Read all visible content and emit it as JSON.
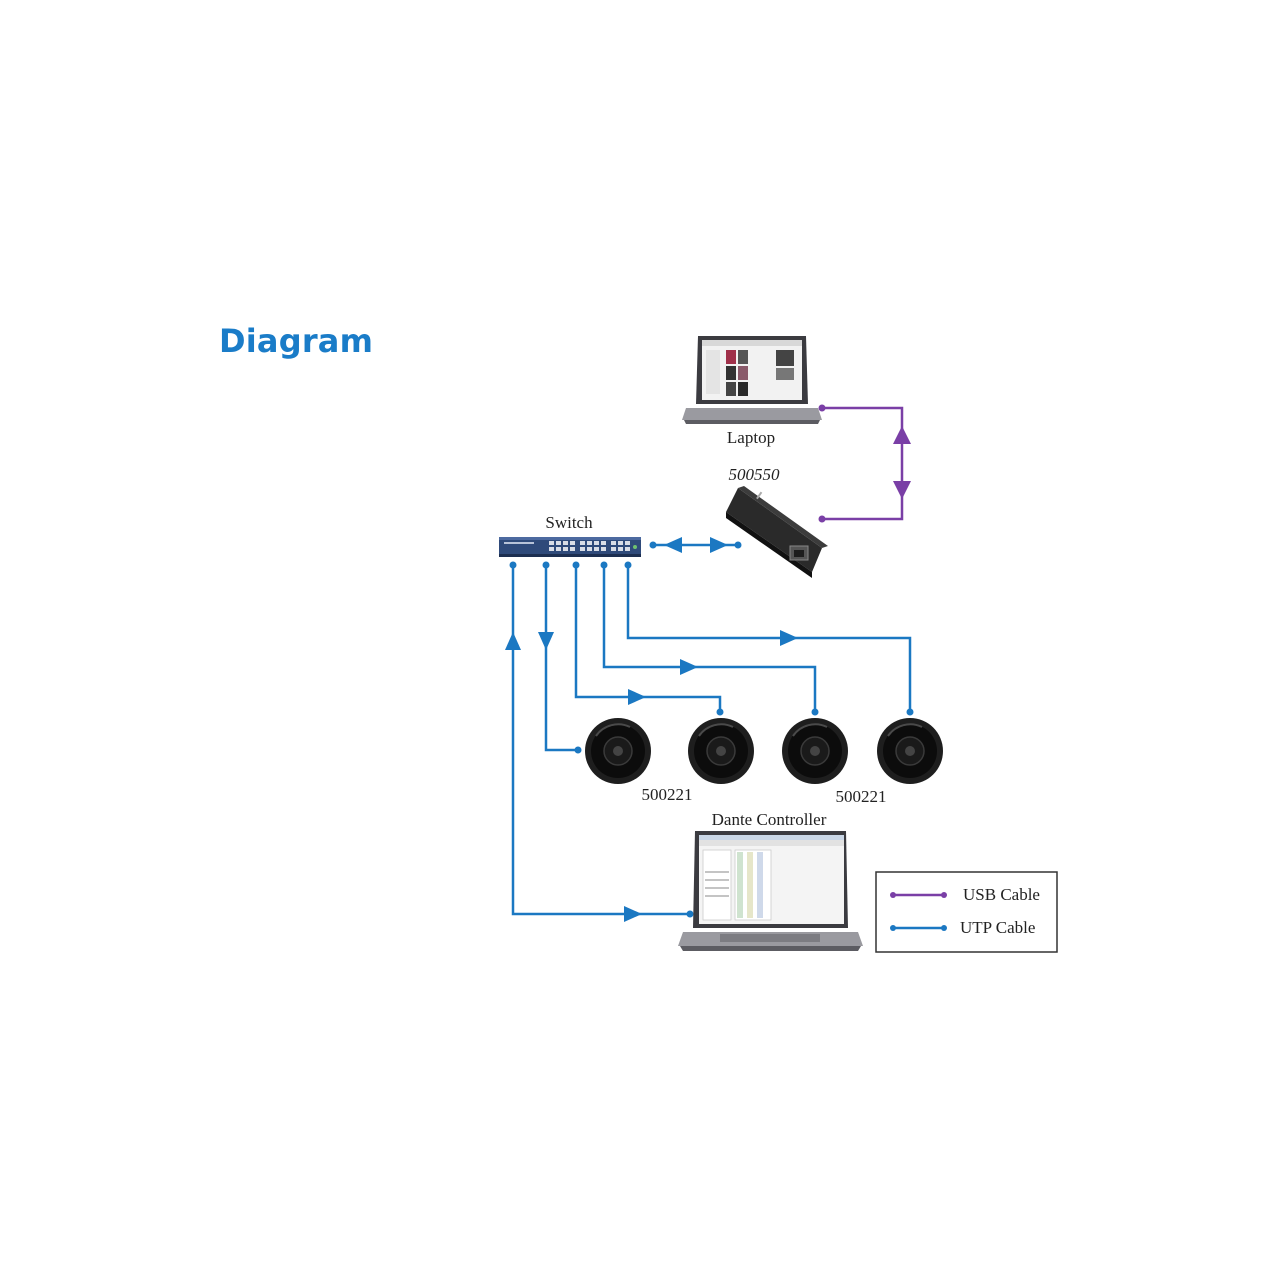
{
  "title": "Diagram",
  "labels": {
    "laptop": "Laptop",
    "interface": "500550",
    "switch": "Switch",
    "speaker_a": "500221",
    "speaker_b": "500221",
    "controller": "Dante Controller"
  },
  "legend": [
    {
      "label": "USB Cable",
      "color": "#7a3fa6"
    },
    {
      "label": "UTP Cable",
      "color": "#1b78c2"
    }
  ],
  "colors": {
    "usb": "#7a3fa6",
    "utp": "#1b78c2",
    "heading": "#1a7cc8"
  },
  "icons": [
    "laptop-icon",
    "usb-interface-icon",
    "network-switch-icon",
    "ceiling-speaker-icon",
    "controller-laptop-icon"
  ]
}
